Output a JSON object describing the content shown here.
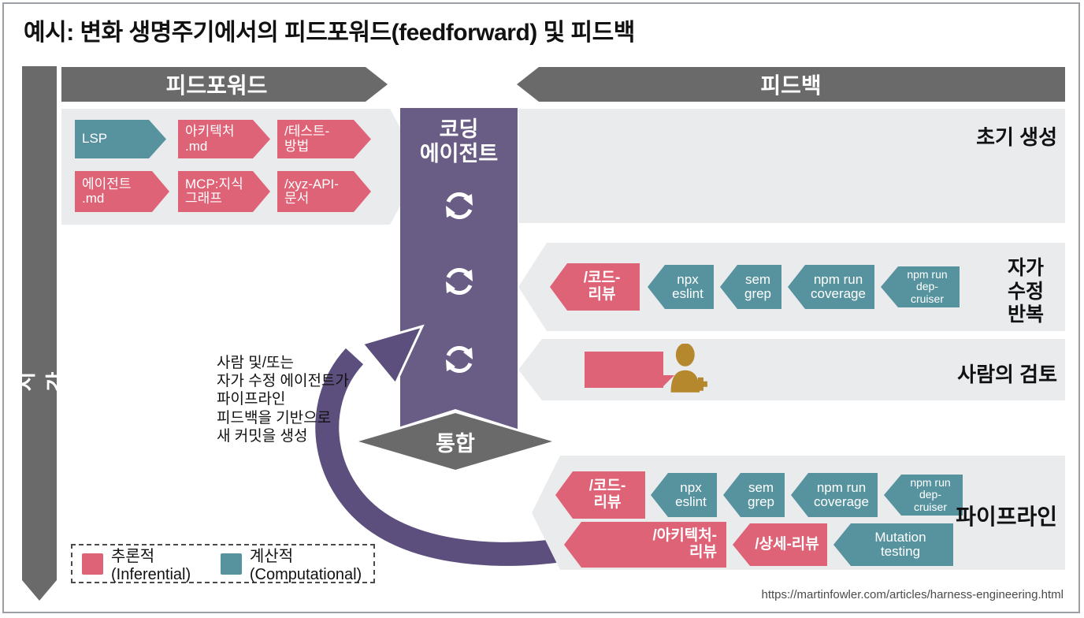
{
  "title": "예시: 변화 생명주기에서의 피드포워드(feedforward) 및 피드백",
  "time_axis_label": "시간",
  "banners": {
    "feedforward": "피드포워드",
    "feedback": "피드백"
  },
  "agent_column": {
    "label": "코딩\n에이전트"
  },
  "feedforward": {
    "items": [
      {
        "label": "LSP",
        "type": "computational"
      },
      {
        "label": "아키텍처\n.md",
        "type": "inferential"
      },
      {
        "label": "/테스트-\n방법",
        "type": "inferential"
      },
      {
        "label": "에이전트\n.md",
        "type": "inferential"
      },
      {
        "label": "MCP:지식\n그래프",
        "type": "inferential"
      },
      {
        "label": "/xyz-API-\n문서",
        "type": "inferential"
      }
    ]
  },
  "rows": {
    "initial": {
      "label": "초기 생성"
    },
    "self_correction": {
      "label": "자가\n수정\n반복",
      "items": [
        {
          "label": "/코드-\n리뷰",
          "type": "inferential"
        },
        {
          "label": "npx\neslint",
          "type": "computational"
        },
        {
          "label": "sem\ngrep",
          "type": "computational"
        },
        {
          "label": "npm run\ncoverage",
          "type": "computational"
        },
        {
          "label": "npm run\ndep-cruiser",
          "type": "computational"
        }
      ]
    },
    "human_review": {
      "label": "사람의 검토"
    },
    "pipeline": {
      "label": "파이프라인",
      "items_row1": [
        {
          "label": "/코드-\n리뷰",
          "type": "inferential"
        },
        {
          "label": "npx\neslint",
          "type": "computational"
        },
        {
          "label": "sem\ngrep",
          "type": "computational"
        },
        {
          "label": "npm run\ncoverage",
          "type": "computational"
        },
        {
          "label": "npm run\ndep-cruiser",
          "type": "computational"
        }
      ],
      "items_row2": [
        {
          "label": "/아키텍처-\n리뷰",
          "type": "inferential"
        },
        {
          "label": "/상세-리뷰",
          "type": "inferential"
        },
        {
          "label": "Mutation testing",
          "type": "computational"
        }
      ]
    }
  },
  "integration_label": "통합",
  "annotation": "사람 및/또는\n자가 수정 에이전트가\n파이프라인\n피드백을 기반으로\n새 커밋을 생성",
  "legend": {
    "inferential": "추론적(Inferential)",
    "computational": "계산적(Computational)"
  },
  "source_url": "https://martinfowler.com/articles/harness-engineering.html",
  "colors": {
    "inferential_pink": "#df6377",
    "computational_teal": "#57939e",
    "agent_purple": "#695d85",
    "arc_purple": "#5c4f7d",
    "band_gray": "#e9ebed",
    "banner_gray": "#6a6a6a",
    "person_gold": "#b5882d"
  }
}
